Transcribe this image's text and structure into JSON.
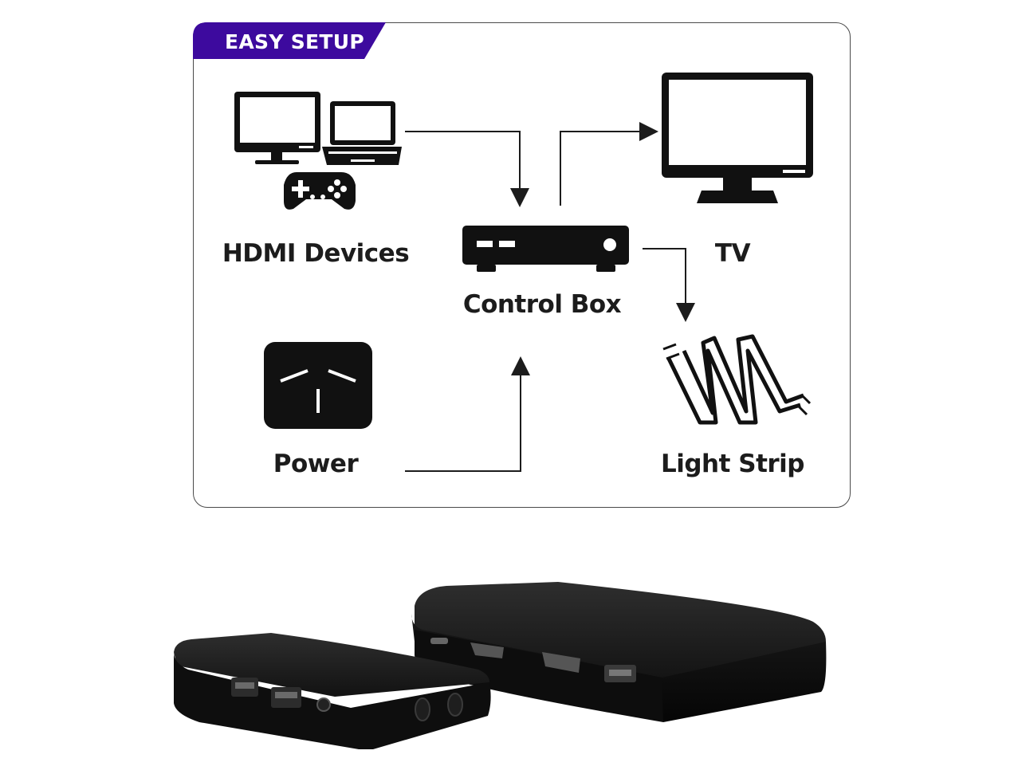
{
  "badge": {
    "text": "EASY SETUP",
    "color": "#3d0a9e"
  },
  "nodes": {
    "hdmi_devices": {
      "label": "HDMI Devices",
      "icons": [
        "desktop-monitor-icon",
        "laptop-icon",
        "gamepad-icon"
      ]
    },
    "control_box": {
      "label": "Control Box",
      "icon": "control-box-icon"
    },
    "tv": {
      "label": "TV",
      "icon": "tv-icon"
    },
    "power": {
      "label": "Power",
      "icon": "power-adapter-icon"
    },
    "light_strip": {
      "label": "Light Strip",
      "icon": "light-strip-icon"
    }
  },
  "edges": [
    {
      "from": "hdmi_devices",
      "to": "control_box"
    },
    {
      "from": "control_box",
      "to": "tv"
    },
    {
      "from": "control_box",
      "to": "light_strip"
    },
    {
      "from": "power",
      "to": "control_box"
    }
  ],
  "product_photo": {
    "description_icon": "device-boxes-photo"
  },
  "colors": {
    "ink": "#1c1c1c",
    "panel_border": "#4a4a4a",
    "device": "#111111"
  }
}
